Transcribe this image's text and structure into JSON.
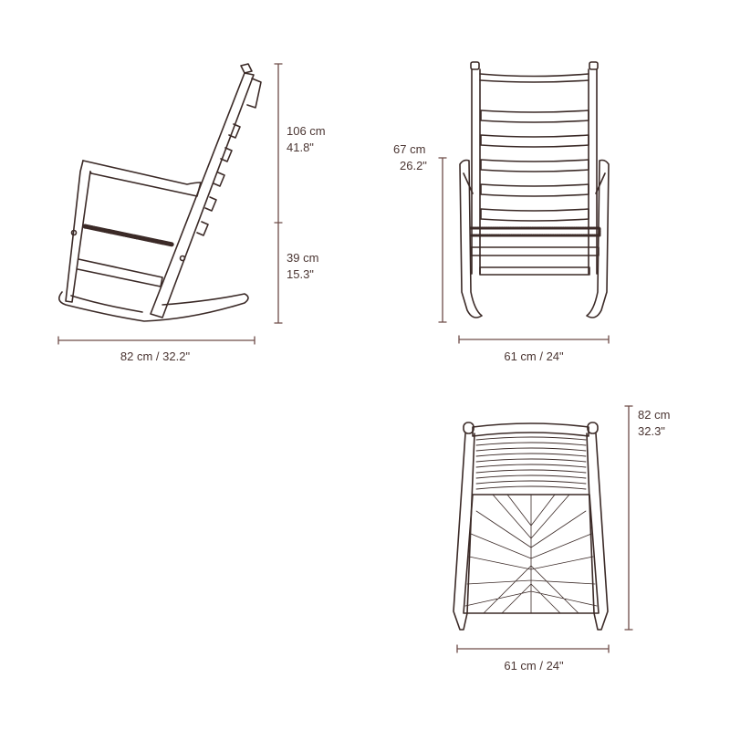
{
  "colors": {
    "drawing": "#3b2a27",
    "dimension": "#6e4c48",
    "text": "#4a3532"
  },
  "side_view": {
    "total_height_cm": "106 cm",
    "total_height_in": "41.8\"",
    "seat_height_cm": "39 cm",
    "seat_height_in": "15.3\"",
    "depth": "82 cm / 32.2\""
  },
  "front_view": {
    "arm_height_cm": "67 cm",
    "arm_height_in": "26.2\"",
    "width": "61 cm / 24\""
  },
  "top_view": {
    "depth_cm": "82 cm",
    "depth_in": "32.3\"",
    "width": "61 cm / 24\""
  }
}
